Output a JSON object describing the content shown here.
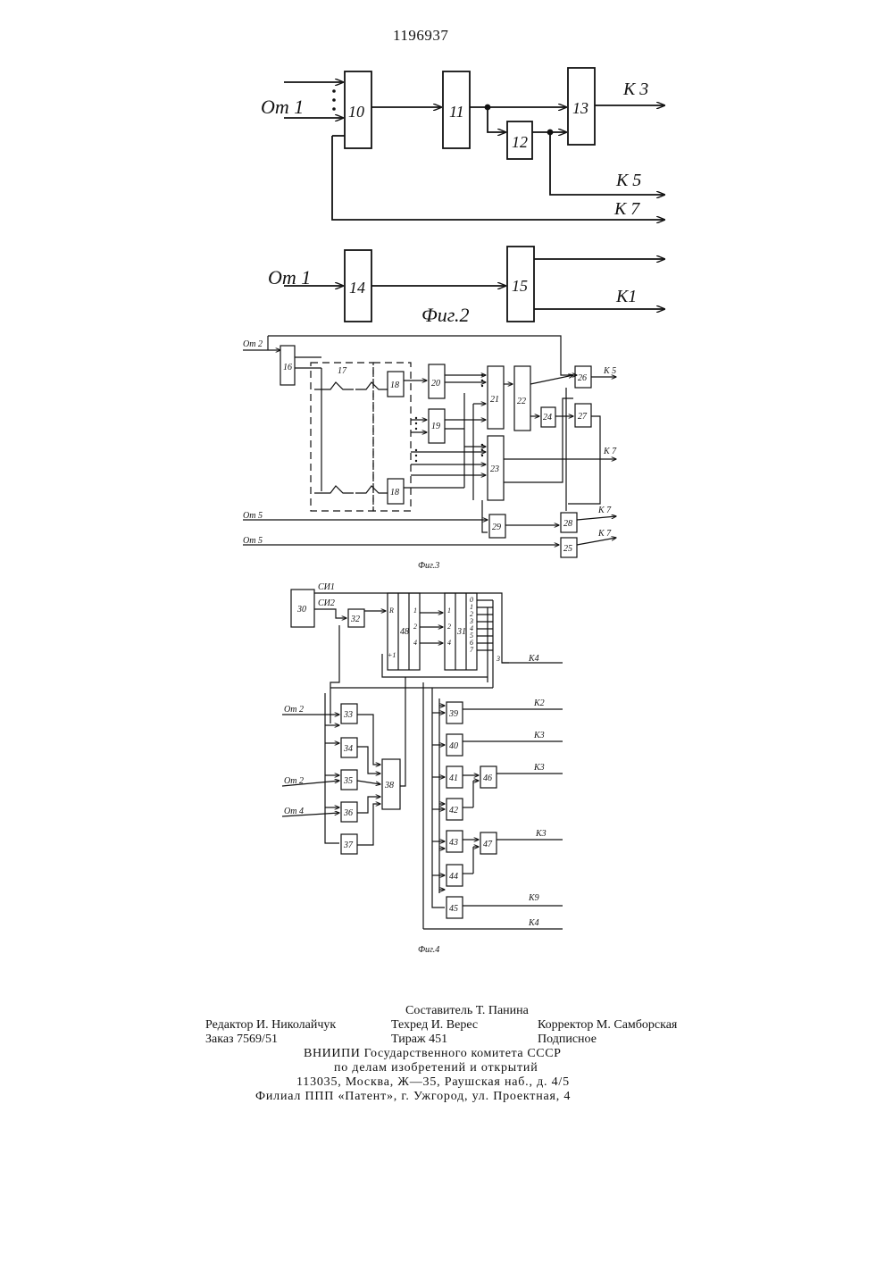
{
  "document": {
    "patent_number": "1196937"
  },
  "figures": {
    "fig2": {
      "caption": "Фиг.2",
      "input_top": "От 1",
      "input_bottom": "От 1",
      "blocks": [
        "10",
        "11",
        "12",
        "13",
        "14",
        "15"
      ],
      "outputs": [
        "К 3",
        "К 5",
        "К 7",
        "К1"
      ]
    },
    "fig3": {
      "caption": "Фиг.3",
      "inputs": [
        "От 2",
        "От 5",
        "От 5"
      ],
      "blocks": [
        "16",
        "17",
        "18",
        "18",
        "19",
        "20",
        "21",
        "22",
        "23",
        "24",
        "25",
        "26",
        "27",
        "28",
        "29"
      ],
      "outputs": [
        "К 5",
        "К 7",
        "К 7",
        "К 7"
      ]
    },
    "fig4": {
      "caption": "Фиг.4",
      "inputs": [
        "От 2",
        "От 2",
        "От 4"
      ],
      "signals": [
        "СИ1",
        "СИ2"
      ],
      "blocks": [
        "30",
        "31",
        "32",
        "33",
        "34",
        "35",
        "36",
        "37",
        "38",
        "39",
        "40",
        "41",
        "42",
        "43",
        "44",
        "45",
        "46",
        "47",
        "48"
      ],
      "counter_outputs": [
        "1",
        "2",
        "4"
      ],
      "decoder_inputs": [
        "1",
        "2",
        "4"
      ],
      "decoder_outputs": [
        "0",
        "1",
        "2",
        "3",
        "4",
        "5",
        "6",
        "7"
      ],
      "counter_r": "R",
      "counter_plus1": "+1",
      "outputs": [
        "К4",
        "К2",
        "К3",
        "К3",
        "К3",
        "К9",
        "К4"
      ],
      "side_mark": "3"
    }
  },
  "imprint": {
    "compiler": "Составитель Т. Панина",
    "editor": "Редактор И. Николайчук",
    "tech_editor": "Техред И. Верес",
    "proofreader": "Корректор М. Самборская",
    "order": "Заказ 7569/51",
    "circulation": "Тираж 451",
    "subscription": "Подписное",
    "org_line1": "ВНИИПИ Государственного комитета СССР",
    "org_line2": "по делам изобретений и открытий",
    "address": "113035, Москва, Ж—35, Раушская наб., д. 4/5",
    "branch": "Филиал ППП «Патент», г. Ужгород, ул. Проектная, 4"
  }
}
